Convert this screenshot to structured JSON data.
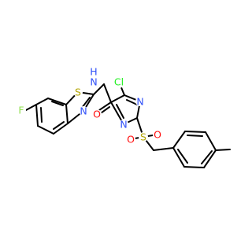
{
  "atoms": {
    "F": "F",
    "S_thiazole": "S",
    "N_thiazole": "N",
    "NH": "N",
    "H": "H",
    "Cl": "Cl",
    "N_pyrimidine_top": "N",
    "N_pyrimidine_bottom": "N",
    "O_amide": "O",
    "S_sulfonyl": "S",
    "O_sulfonyl_left": "O",
    "O_sulfonyl_right": "O"
  },
  "colors": {
    "bond": "#000000",
    "F": "#90e050",
    "S": "#b2a400",
    "N": "#3050f8",
    "O": "#ff0d0d",
    "Cl": "#1ff01f"
  }
}
